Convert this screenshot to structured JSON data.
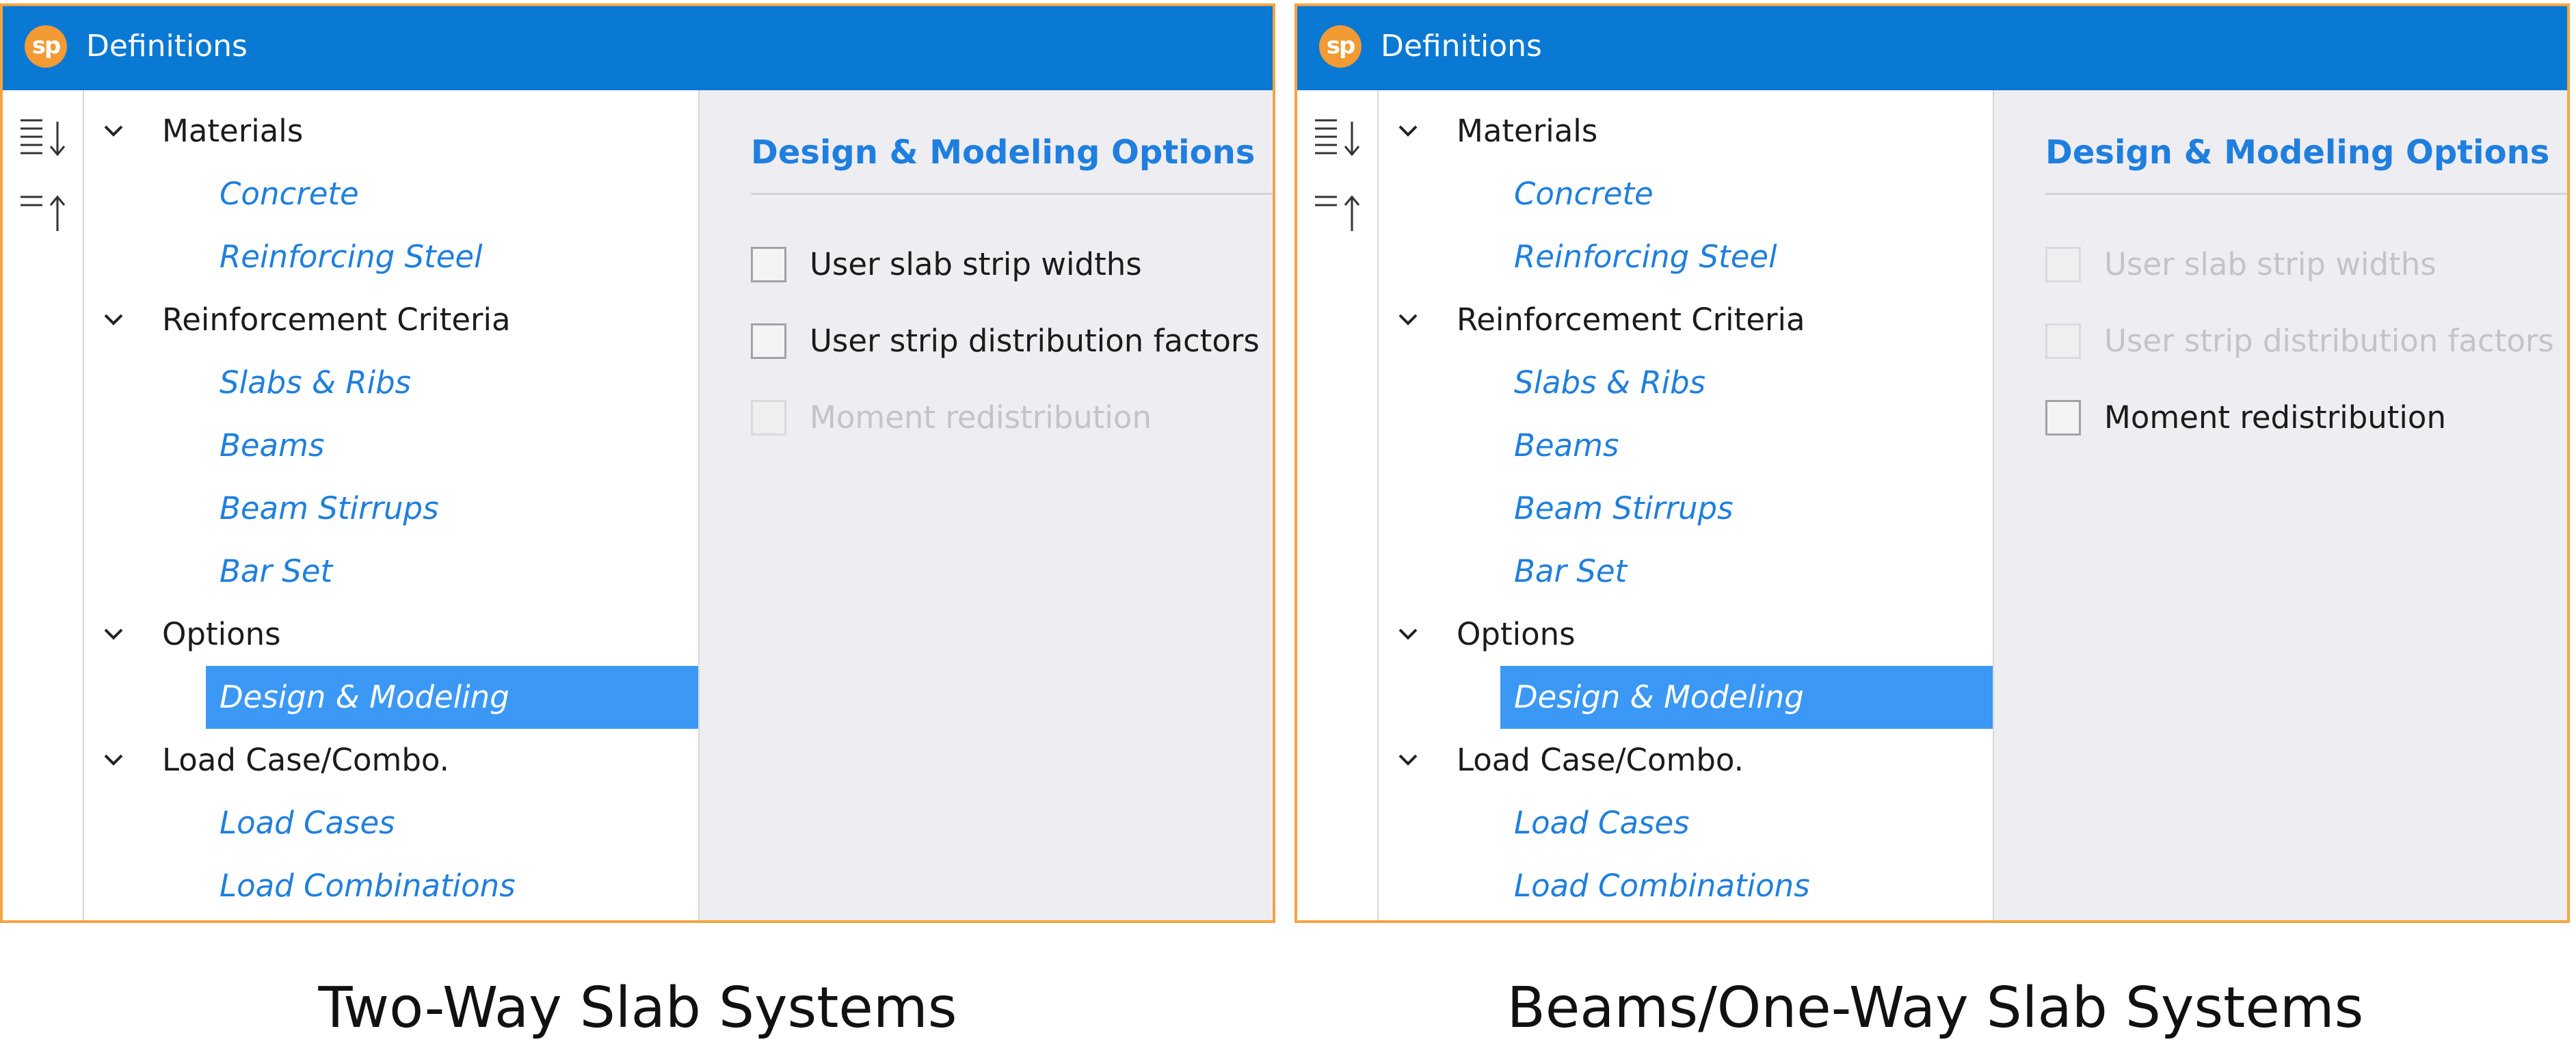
{
  "window_title": "Definitions",
  "logo_text": "sp",
  "toolstrip": {
    "expand_all_icon": "expand-all-icon",
    "collapse_all_icon": "collapse-all-icon"
  },
  "tree": {
    "categories": [
      {
        "label": "Materials",
        "items": [
          "Concrete",
          "Reinforcing Steel"
        ]
      },
      {
        "label": "Reinforcement Criteria",
        "items": [
          "Slabs & Ribs",
          "Beams",
          "Beam Stirrups",
          "Bar Set"
        ]
      },
      {
        "label": "Options",
        "items": [
          "Design & Modeling"
        ]
      },
      {
        "label": "Load Case/Combo.",
        "items": [
          "Load Cases",
          "Load Combinations"
        ]
      }
    ],
    "selected_item": "Design & Modeling"
  },
  "content": {
    "title": "Design & Modeling Options",
    "options": [
      "User slab strip widths",
      "User strip distribution factors",
      "Moment redistribution"
    ]
  },
  "panels": [
    {
      "caption": "Two-Way Slab Systems",
      "option_enabled": [
        true,
        true,
        false
      ]
    },
    {
      "caption": "Beams/One-Way Slab Systems",
      "option_enabled": [
        false,
        false,
        true
      ]
    }
  ],
  "colors": {
    "titlebar": "#0a79d4",
    "frame_border": "#f5a540",
    "link_text": "#1f7fde",
    "selection": "#3b98f5",
    "content_bg": "#eeedf2"
  }
}
